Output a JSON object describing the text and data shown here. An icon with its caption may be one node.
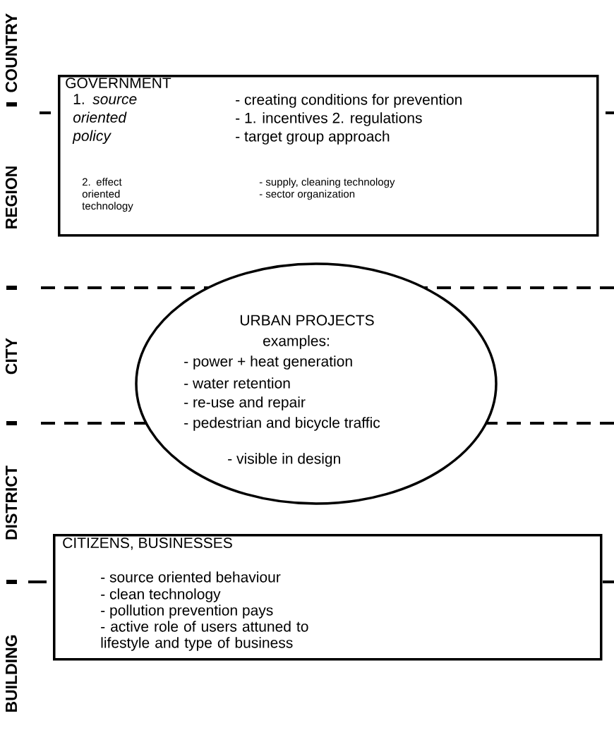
{
  "diagram": {
    "nodes": [
      {
        "text": [
          "GOVERNMENT",
          "1. *source oriented policy*",
          "- creating conditions for prevention",
          "- 1. incentives 2. regulations",
          "- target group approach",
          "2. effect oriented technology",
          "- supply, cleaning technology",
          "- sector organization"
        ]
      },
      {
        "text": [
          "URBAN PROJECTS",
          "examples:",
          "- power + heat generation",
          "- water retention",
          "- re-use and repair",
          "- pedestrian and bicycle traffic",
          "- visible in design"
        ]
      },
      {
        "text": [
          "CITIZENS, BUSINESSES",
          "- source oriented behaviour",
          "- clean technology",
          "- pollution prevention pays",
          "- active role of users attuned to lifestyle and type of business"
        ]
      }
    ],
    "edges": [],
    "labels": [
      "COUNTRY",
      "REGION",
      "CITY",
      "DISTRICT",
      "BUILDING"
    ]
  }
}
